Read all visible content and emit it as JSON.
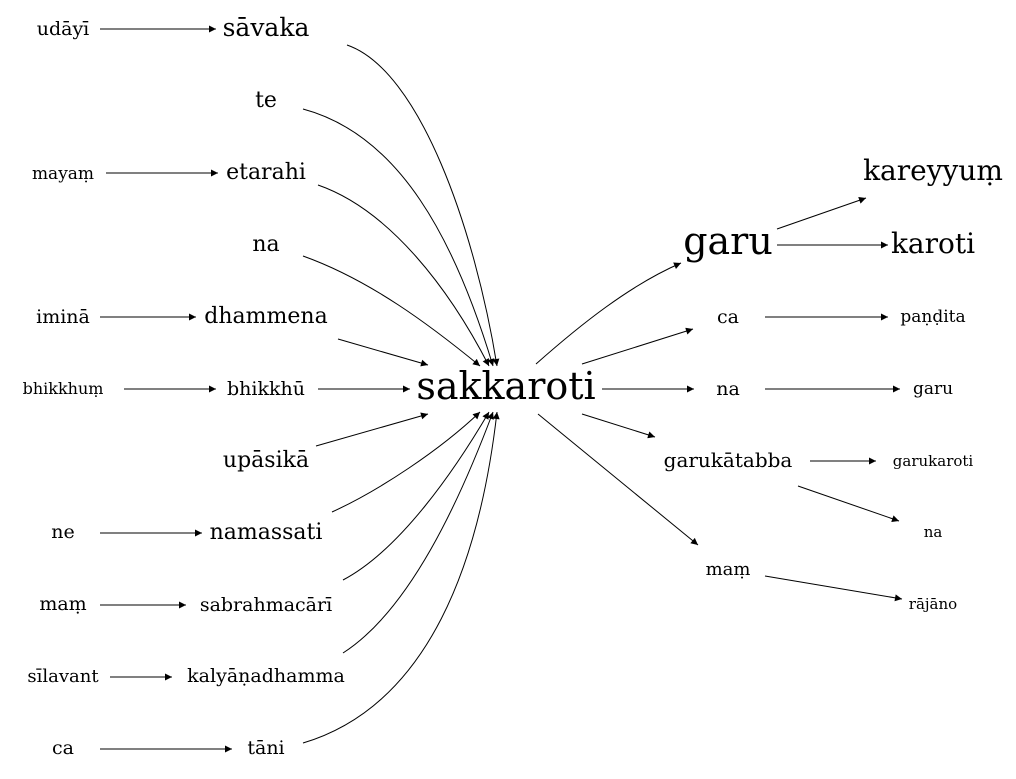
{
  "graph": {
    "center": "sakkaroti",
    "nodes": {
      "udayi": "udāyī",
      "savaka": "sāvaka",
      "te": "te",
      "mayam": "mayaṃ",
      "etarahi": "etarahi",
      "na_left": "na",
      "imina": "iminā",
      "dhammena": "dhammena",
      "bhikkhum": "bhikkhuṃ",
      "bhikkhu": "bhikkhū",
      "upasika": "upāsikā",
      "ne": "ne",
      "namassati": "namassati",
      "mam_left": "maṃ",
      "sabrahmacari": "sabrahmacārī",
      "silavant": "sīlavant",
      "kalyanadhamma": "kalyāṇadhamma",
      "ca_left": "ca",
      "tani": "tāni",
      "sakkaroti": "sakkaroti",
      "garu_big": "garu",
      "kareyyum": "kareyyuṃ",
      "karoti": "karoti",
      "ca_right": "ca",
      "pandita": "paṇḍita",
      "na_right": "na",
      "garu_small": "garu",
      "garukatabba": "garukātabba",
      "garukaroti": "garukaroti",
      "na_far": "na",
      "mam_right": "maṃ",
      "rajano": "rājāno"
    },
    "edges": [
      [
        "udayi",
        "savaka"
      ],
      [
        "mayam",
        "etarahi"
      ],
      [
        "imina",
        "dhammena"
      ],
      [
        "bhikkhum",
        "bhikkhu"
      ],
      [
        "ne",
        "namassati"
      ],
      [
        "mam_left",
        "sabrahmacari"
      ],
      [
        "silavant",
        "kalyanadhamma"
      ],
      [
        "ca_left",
        "tani"
      ],
      [
        "savaka",
        "sakkaroti"
      ],
      [
        "te",
        "sakkaroti"
      ],
      [
        "etarahi",
        "sakkaroti"
      ],
      [
        "na_left",
        "sakkaroti"
      ],
      [
        "dhammena",
        "sakkaroti"
      ],
      [
        "bhikkhu",
        "sakkaroti"
      ],
      [
        "upasika",
        "sakkaroti"
      ],
      [
        "namassati",
        "sakkaroti"
      ],
      [
        "sabrahmacari",
        "sakkaroti"
      ],
      [
        "kalyanadhamma",
        "sakkaroti"
      ],
      [
        "tani",
        "sakkaroti"
      ],
      [
        "sakkaroti",
        "garu_big"
      ],
      [
        "sakkaroti",
        "ca_right"
      ],
      [
        "sakkaroti",
        "na_right"
      ],
      [
        "sakkaroti",
        "garukatabba"
      ],
      [
        "sakkaroti",
        "mam_right"
      ],
      [
        "garu_big",
        "kareyyum"
      ],
      [
        "garu_big",
        "karoti"
      ],
      [
        "ca_right",
        "pandita"
      ],
      [
        "na_right",
        "garu_small"
      ],
      [
        "garukatabba",
        "garukaroti"
      ],
      [
        "garukatabba",
        "na_far"
      ],
      [
        "mam_right",
        "rajano"
      ]
    ]
  }
}
